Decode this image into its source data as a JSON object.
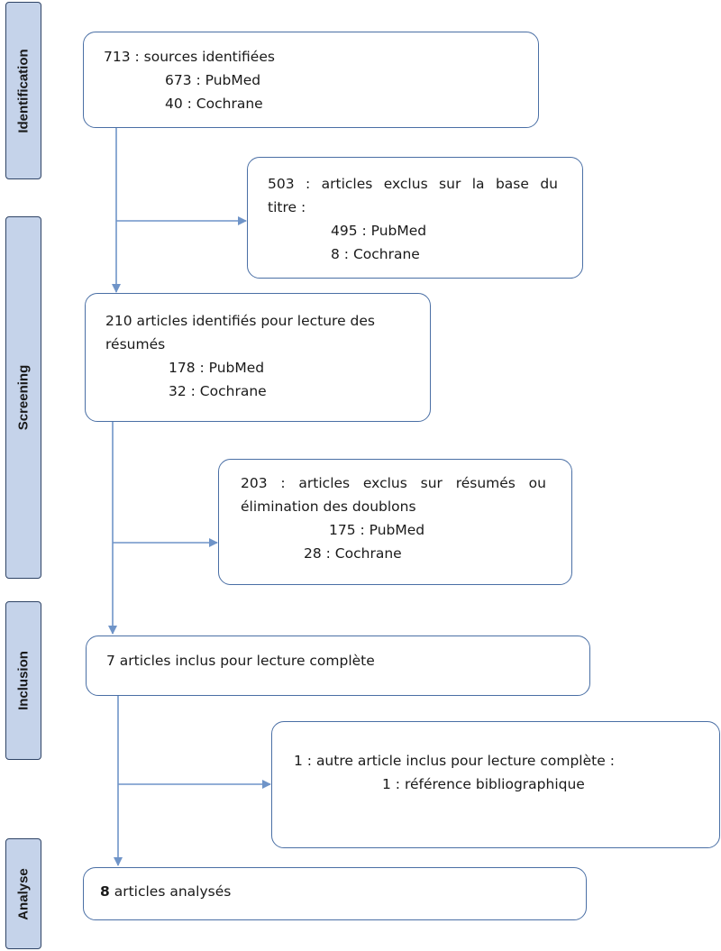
{
  "phases": {
    "identification": "Identification",
    "screening": "Screening",
    "inclusion": "Inclusion",
    "analyse": "Analyse"
  },
  "boxes": {
    "identified": {
      "title": "713 : sources identifiées",
      "pubmed": "673 : PubMed",
      "cochrane": "40 : Cochrane"
    },
    "excluded_title": {
      "line1": "503 : articles exclus sur la base du",
      "line2": "titre :",
      "pubmed": "495 : PubMed",
      "cochrane": "8 : Cochrane"
    },
    "abstracts": {
      "line1": "210 articles identifiés pour lecture des",
      "line2": "résumés",
      "pubmed": "178 : PubMed",
      "cochrane": "32 : Cochrane"
    },
    "excluded_abstracts": {
      "line1": "203 : articles exclus sur résumés ou",
      "line2": "élimination des doublons",
      "pubmed": "175 : PubMed",
      "cochrane": "28 : Cochrane"
    },
    "included": {
      "text": "7 articles inclus pour lecture complète"
    },
    "other_included": {
      "line1": "1 : autre article inclus pour lecture complète :",
      "line2": "1 : référence bibliographique"
    },
    "analysed": {
      "count": "8",
      "text": " articles analysés"
    }
  },
  "colors": {
    "phase_fill": "#c5d3ea",
    "phase_border": "#2f4466",
    "box_border": "#4a6fa5",
    "arrow": "#6f94c8"
  }
}
